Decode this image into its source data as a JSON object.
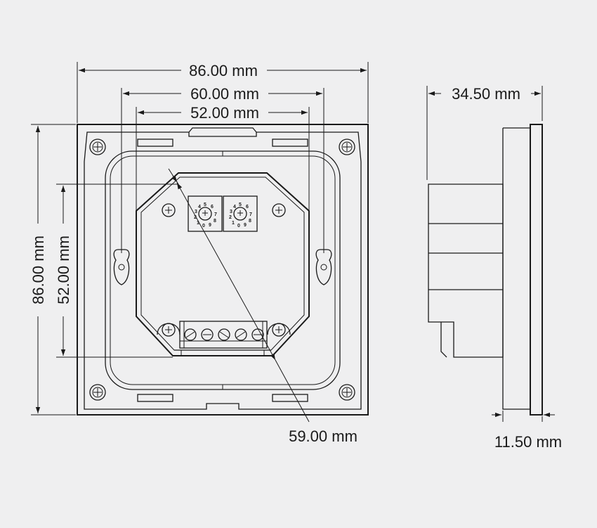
{
  "dimensions": {
    "front_width_outer": "86.00 mm",
    "front_mount_spacing": "60.00 mm",
    "front_box_width": "52.00 mm",
    "front_height_outer": "86.00 mm",
    "front_box_height": "52.00 mm",
    "box_diagonal": "59.00 mm",
    "side_depth": "34.50 mm",
    "side_plate_thickness": "11.50 mm"
  },
  "dials": {
    "left_digits": [
      "5",
      "4",
      "3",
      "2",
      "1",
      "0",
      "9",
      "8",
      "7",
      "6"
    ],
    "right_digits": [
      "5",
      "4",
      "3",
      "2",
      "1",
      "0",
      "9",
      "8",
      "7",
      "6"
    ]
  },
  "colors": {
    "background": "#efeff0",
    "line": "#1a1a1a"
  }
}
